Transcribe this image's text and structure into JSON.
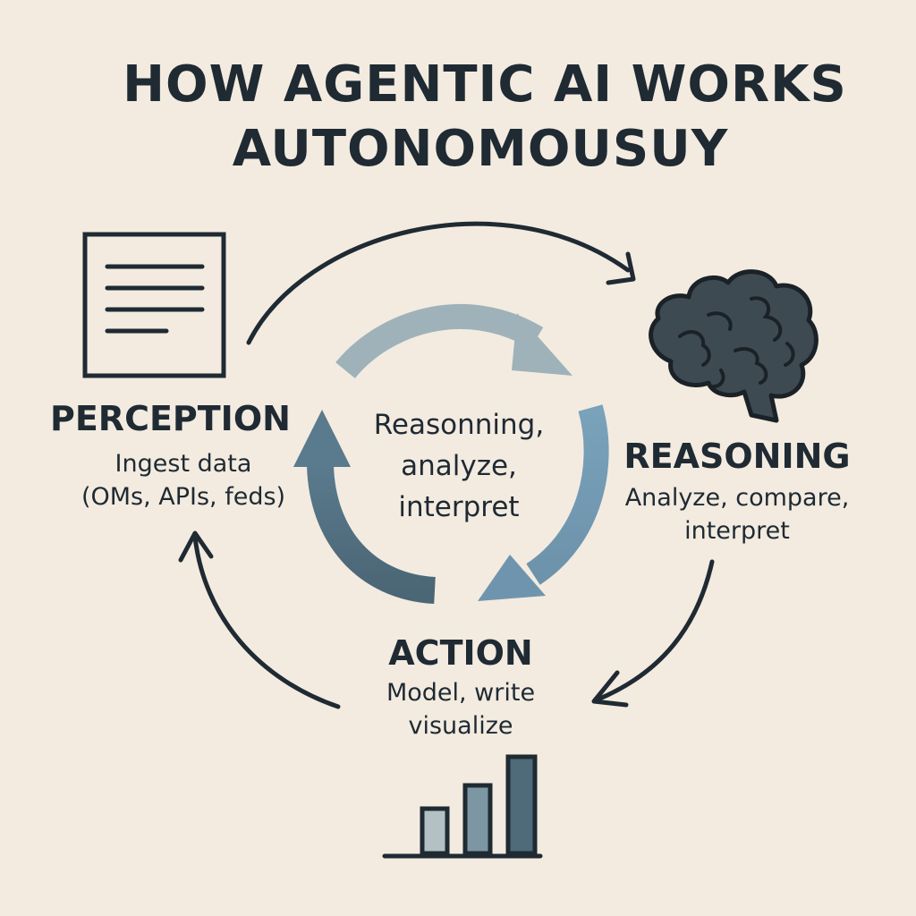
{
  "diagram": {
    "title_line1": "HOW AGENTIC AI WORKS",
    "title_line2": "AUTONOMOUSUY",
    "center_label_lines": [
      "Reasonning,",
      "analyze,",
      "interpret"
    ],
    "stages": {
      "perception": {
        "heading": "PERCEPTION",
        "description_lines": [
          "Ingest data",
          "(OMs, APIs, feds)"
        ],
        "icon": "document-icon"
      },
      "reasoning": {
        "heading": "REASONING",
        "description_lines": [
          "Analyze, compare,",
          "interpret"
        ],
        "icon": "brain-icon"
      },
      "action": {
        "heading": "ACTION",
        "description_lines": [
          "Model, write",
          "visualize"
        ],
        "icon": "bar-chart-icon"
      }
    },
    "colors": {
      "background": "#f3ebe0",
      "ink": "#1f2a33",
      "inner_arrow_light": "#9fb2b9",
      "inner_arrow_mid": "#6f95ae",
      "inner_arrow_dark": "#4d6878",
      "brain_fill": "#3e4a52"
    }
  }
}
